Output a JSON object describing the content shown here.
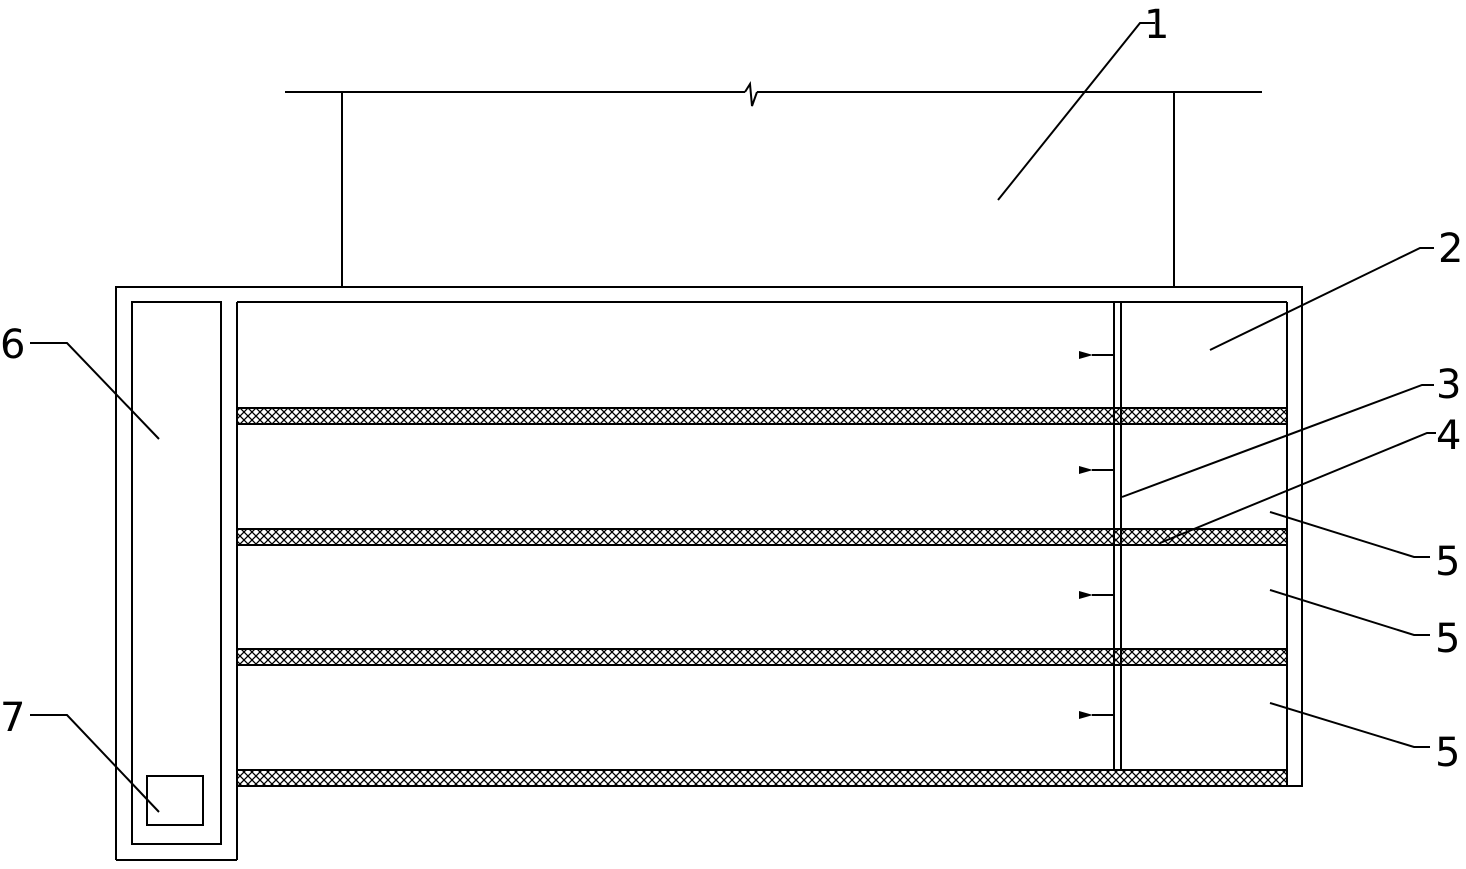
{
  "diagram": {
    "labels": {
      "l1": "1",
      "l2": "2",
      "l3": "3",
      "l4": "4",
      "l5a": "5",
      "l5b": "5",
      "l5c": "5",
      "l6": "6",
      "l7": "7"
    },
    "shelf_count": 4
  }
}
